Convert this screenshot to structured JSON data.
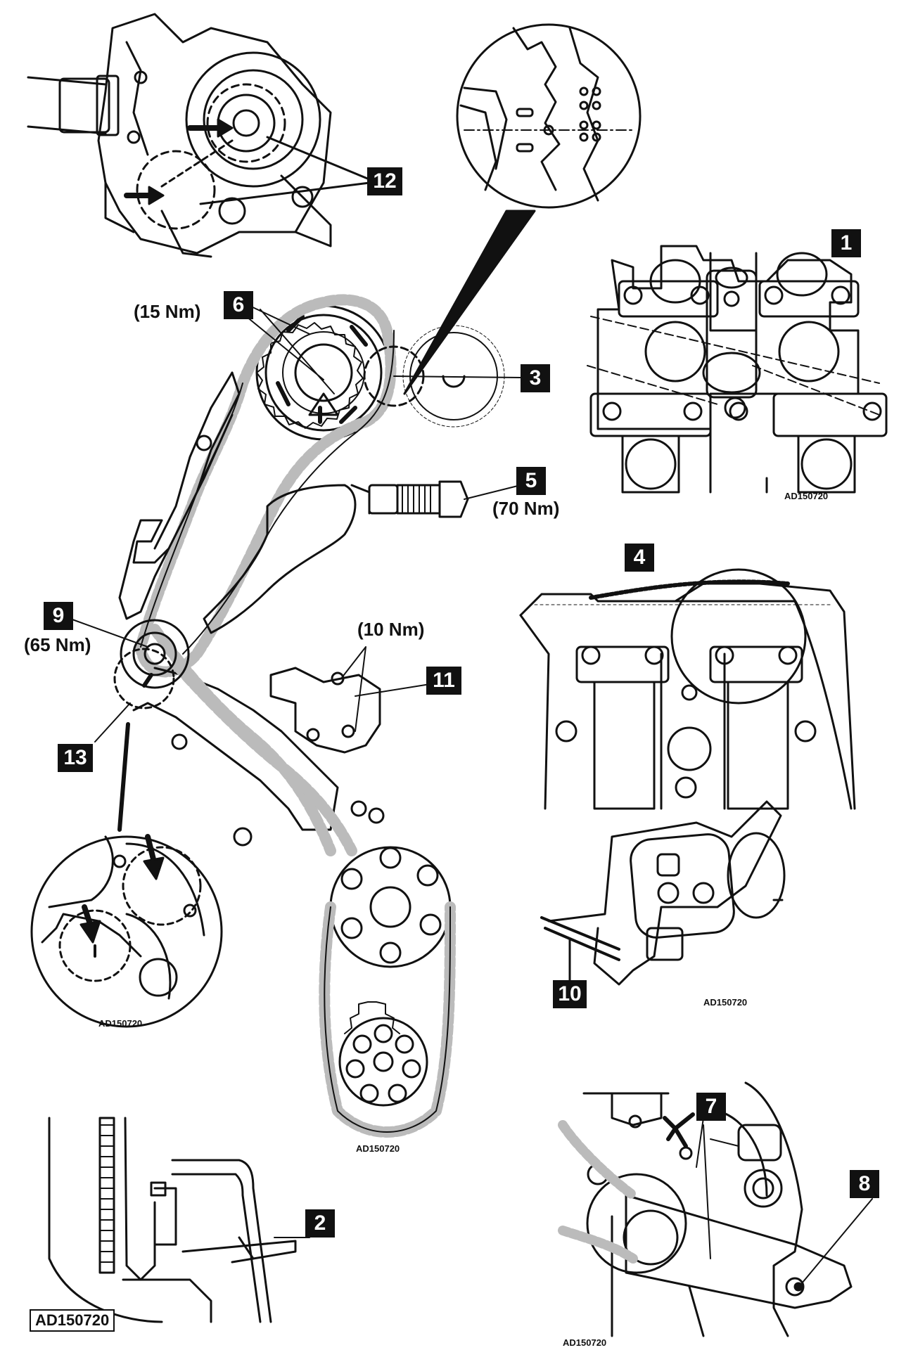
{
  "callouts": {
    "c1": "1",
    "c2": "2",
    "c3": "3",
    "c4": "4",
    "c5": "5",
    "c6": "6",
    "c7": "7",
    "c8": "8",
    "c9": "9",
    "c10": "10",
    "c11": "11",
    "c12": "12",
    "c13": "13"
  },
  "torques": {
    "t6": "(15 Nm)",
    "t5": "(70 Nm)",
    "t9": "(65 Nm)",
    "t11": "(10 Nm)"
  },
  "references": {
    "camshaft": "AD150720",
    "main": "AD150720",
    "crank_detail": "AD150720",
    "tensioner_pin": "AD150720",
    "guide_tool": "AD150720",
    "corner": "AD150720"
  }
}
